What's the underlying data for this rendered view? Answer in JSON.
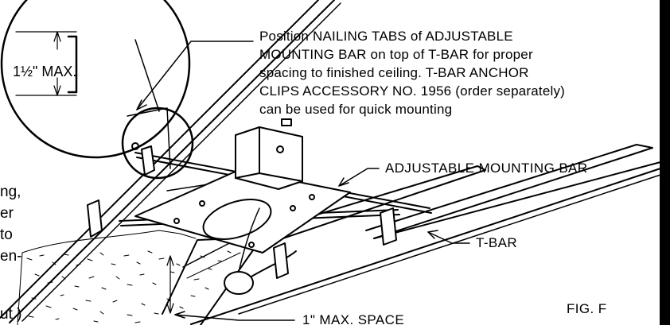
{
  "figure": {
    "note_lines": [
      "Position NAILING TABS of ADJUSTABLE",
      "MOUNTING BAR on top of T-BAR for proper",
      "spacing to finished ceiling. T-BAR ANCHOR",
      "CLIPS ACCESSORY NO. 1956 (order separately)",
      "can be used for quick mounting"
    ],
    "inset_dimension": "1½\" MAX.",
    "label_mounting_bar": "ADJUSTABLE MOUNTING BAR",
    "label_t_bar": "T-BAR",
    "label_max_space": "1\" MAX. SPACE",
    "fig_label": "FIG. F",
    "left_fragments": [
      "ng,",
      "er",
      "to",
      "en-",
      "ut )"
    ]
  },
  "colors": {
    "ink": "#000000",
    "paper": "#ffffff"
  }
}
